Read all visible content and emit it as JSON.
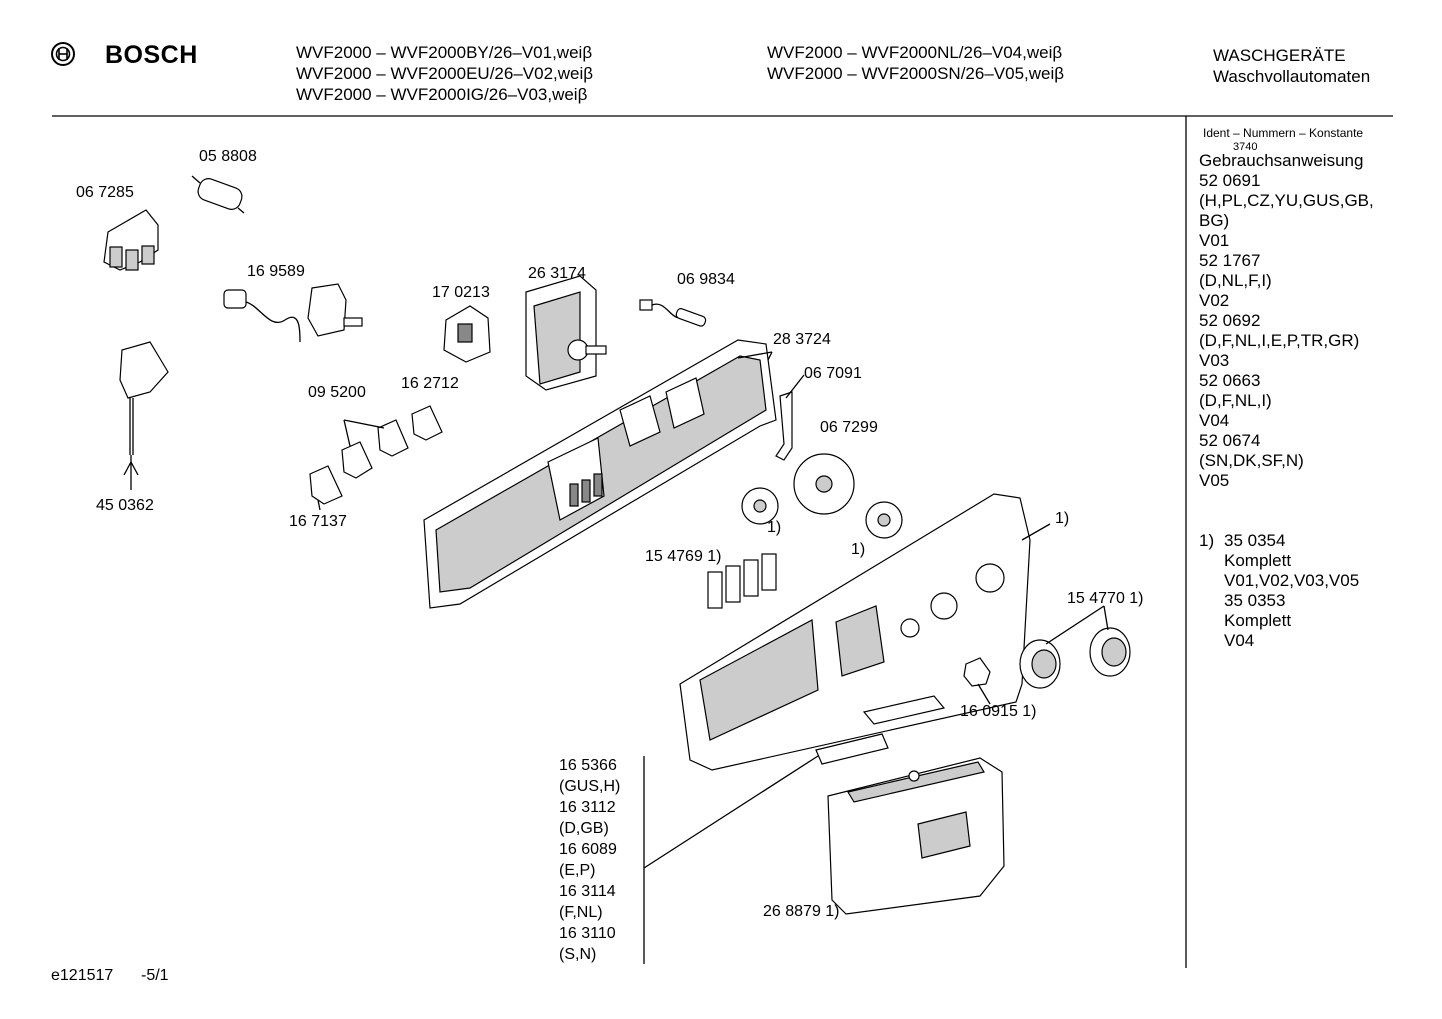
{
  "header": {
    "brand": "BOSCH",
    "models_left": [
      "WVF2000 – WVF2000BY/26–V01,weiβ",
      "WVF2000 – WVF2000EU/26–V02,weiβ",
      "WVF2000 – WVF2000IG/26–V03,weiβ"
    ],
    "models_right": [
      "WVF2000 – WVF2000NL/26–V04,weiβ",
      "WVF2000 – WVF2000SN/26–V05,weiβ"
    ],
    "category": [
      "WASCHGERÄTE",
      "Waschvollautomaten"
    ]
  },
  "sidebar": {
    "ident_label": "Ident – Nummern – Konstante",
    "ident_number": "3740",
    "lines": [
      "Gebrauchsanweisung",
      "52 0691",
      "(H,PL,CZ,YU,GUS,GB,",
      "BG)",
      "V01",
      "52 1767",
      "(D,NL,F,I)",
      "V02",
      "52 0692",
      "(D,F,NL,I,E,P,TR,GR)",
      "V03",
      "52 0663",
      "(D,F,NL,I)",
      "V04",
      "52 0674",
      "(SN,DK,SF,N)",
      "V05"
    ],
    "footnote_marker": "1)",
    "footnote_lines": [
      "35 0354",
      "Komplett",
      "V01,V02,V03,V05",
      "35 0353",
      "Komplett",
      "V04"
    ]
  },
  "parts": {
    "p058808": "05 8808",
    "p067285": "06 7285",
    "p169589": "16 9589",
    "p170213": "17 0213",
    "p263174": "26 3174",
    "p069834": "06 9834",
    "p283724": "28 3724",
    "p067091": "06 7091",
    "p067299": "06 7299",
    "p095200": "09 5200",
    "p162712": "16 2712",
    "p167137": "16 7137",
    "p450362": "45 0362",
    "p154769": "15 4769 1)",
    "p154770": "15 4770 1)",
    "p160915": "16 0915 1)",
    "p268879": "26 8879 1)",
    "note_1a": "1)",
    "note_1b": "1)",
    "note_1c": "1)"
  },
  "label_list": [
    "16 5366",
    "(GUS,H)",
    "16 3112",
    "(D,GB)",
    "16 6089",
    "(E,P)",
    "16 3114",
    "(F,NL)",
    "16 3110",
    "(S,N)"
  ],
  "footer": {
    "doc_id": "e121517",
    "page": "-5/1"
  }
}
